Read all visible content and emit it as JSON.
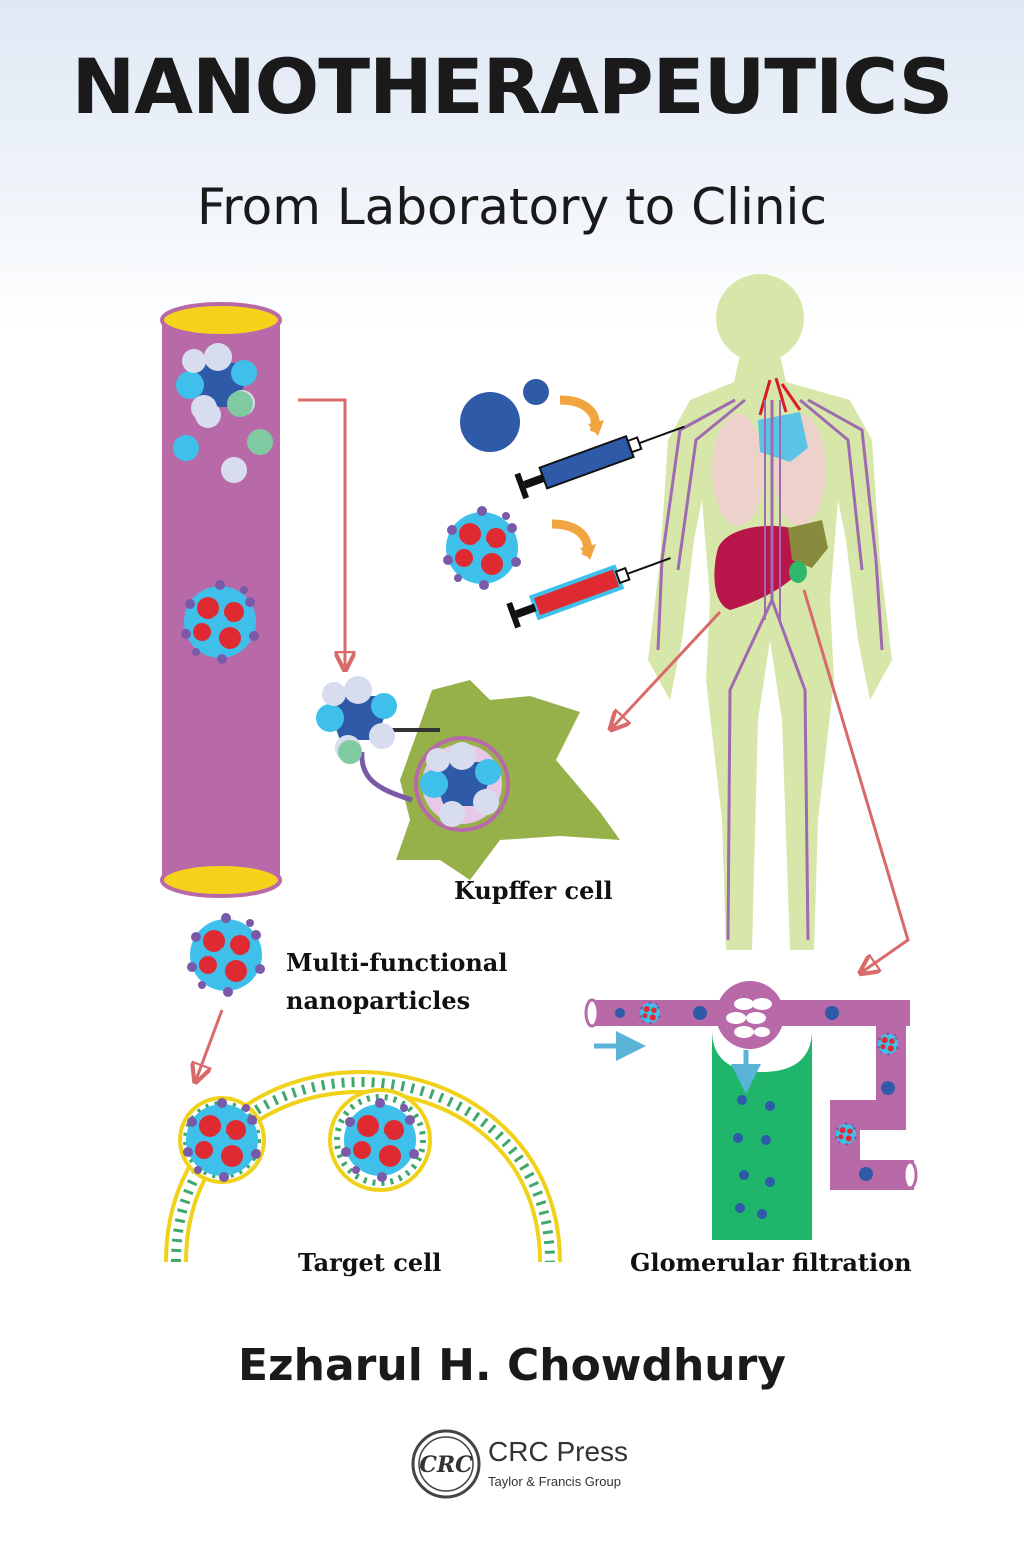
{
  "title": "NANOTHERAPEUTICS",
  "subtitle": "From Laboratory to Clinic",
  "labels": {
    "kupffer": "Kupffer cell",
    "multifunctional_line1": "Multi-functional",
    "multifunctional_line2": "nanoparticles",
    "target": "Target cell",
    "glomerular": "Glomerular filtration"
  },
  "author": "Ezharul H. Chowdhury",
  "publisher": {
    "logo_text": "CRC",
    "name": "CRC Press",
    "group": "Taylor & Francis Group"
  },
  "colors": {
    "vessel": "#b86aa8",
    "vessel_cap": "#f7d21a",
    "body": "#d7e7a9",
    "liver": "#b8154a",
    "kupffer": "#96b04a",
    "arrow": "#d86a6a",
    "kidney_tubule": "#1fb56a",
    "particle_blue": "#2e5aa8",
    "particle_cyan": "#3ec0ea",
    "particle_red": "#e02a32"
  }
}
